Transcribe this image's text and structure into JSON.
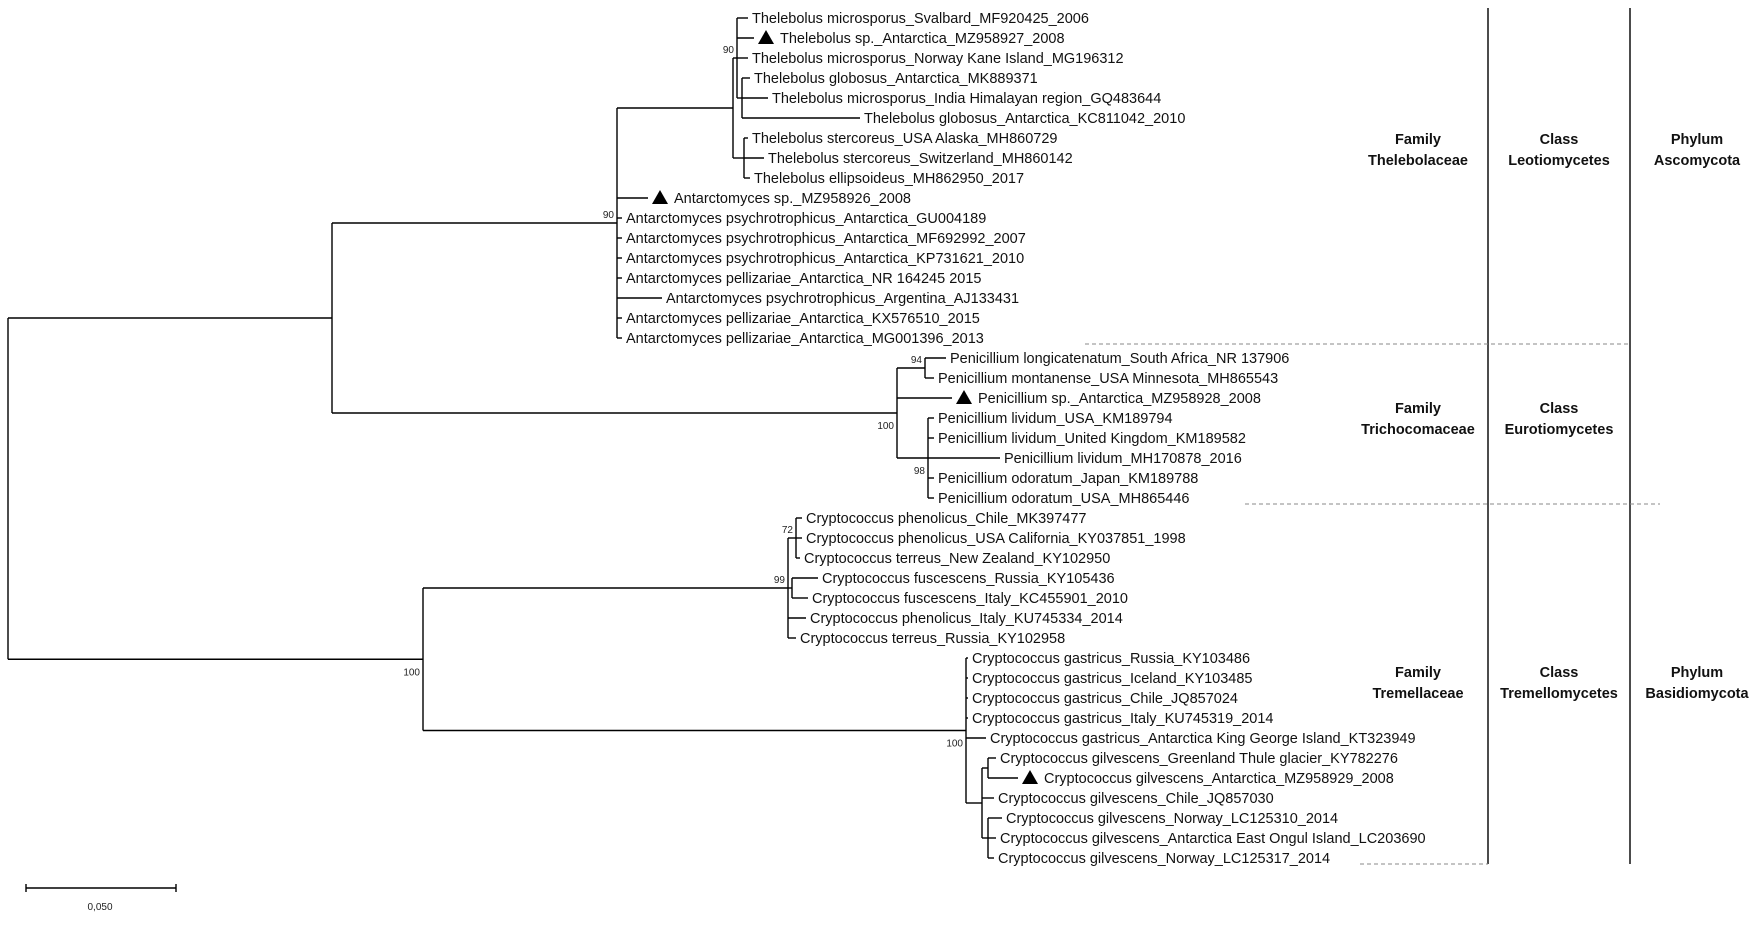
{
  "leaves": [
    "Thelebolus microsporus_Svalbard_MF920425_2006",
    "Thelebolus sp._Antarctica_MZ958927_2008",
    "Thelebolus microsporus_Norway Kane Island_MG196312",
    "Thelebolus globosus_Antarctica_MK889371",
    "Thelebolus microsporus_India Himalayan region_GQ483644",
    "Thelebolus globosus_Antarctica_KC811042_2010",
    "Thelebolus stercoreus_USA Alaska_MH860729",
    "Thelebolus stercoreus_Switzerland_MH860142",
    "Thelebolus ellipsoideus_MH862950_2017",
    "Antarctomyces sp._MZ958926_2008",
    "Antarctomyces psychrotrophicus_Antarctica_GU004189",
    "Antarctomyces psychrotrophicus_Antarctica_MF692992_2007",
    "Antarctomyces psychrotrophicus_Antarctica_KP731621_2010",
    "Antarctomyces pellizariae_Antarctica_NR 164245 2015",
    "Antarctomyces psychrotrophicus_Argentina_AJ133431",
    "Antarctomyces pellizariae_Antarctica_KX576510_2015",
    "Antarctomyces pellizariae_Antarctica_MG001396_2013",
    "Penicillium longicatenatum_South Africa_NR 137906",
    "Penicillium montanense_USA Minnesota_MH865543",
    "Penicillium sp._Antarctica_MZ958928_2008",
    "Penicillium lividum_USA_KM189794",
    "Penicillium lividum_United Kingdom_KM189582",
    "Penicillium lividum_MH170878_2016",
    "Penicillium odoratum_Japan_KM189788",
    "Penicillium odoratum_USA_MH865446",
    "Cryptococcus phenolicus_Chile_MK397477",
    "Cryptococcus phenolicus_USA California_KY037851_1998",
    "Cryptococcus terreus_New Zealand_KY102950",
    "Cryptococcus fuscescens_Russia_KY105436",
    "Cryptococcus fuscescens_Italy_KC455901_2010",
    "Cryptococcus phenolicus_Italy_KU745334_2014",
    "Cryptococcus terreus_Russia_KY102958",
    "Cryptococcus gastricus_Russia_KY103486",
    "Cryptococcus gastricus_Iceland_KY103485",
    "Cryptococcus gastricus_Chile_JQ857024",
    "Cryptococcus gastricus_Italy_KU745319_2014",
    "Cryptococcus gastricus_Antarctica King George Island_KT323949",
    "Cryptococcus gilvescens_Greenland Thule glacier_KY782276",
    "Cryptococcus gilvescens_Antarctica_MZ958929_2008",
    "Cryptococcus gilvescens_Chile_JQ857030",
    "Cryptococcus gilvescens_Norway_LC125310_2014",
    "Cryptococcus gilvescens_Antarctica East Ongul Island_LC203690",
    "Cryptococcus gilvescens_Norway_LC125317_2014"
  ],
  "supports": {
    "thelebolus": "90",
    "antarctomyces": "90",
    "penicillium_pair": "94",
    "penicillium": "100",
    "penicillium_lividum": "98",
    "crypto_phenolicus": "72",
    "crypto_group_a": "99",
    "crypto_root": "100",
    "crypto_gastricus": "100"
  },
  "families": {
    "thelebolaceae": [
      "Family",
      "Thelebolaceae"
    ],
    "trichocomaceae": [
      "Family",
      "Trichocomaceae"
    ],
    "tremellaceae": [
      "Family",
      "Tremellaceae"
    ]
  },
  "classes": {
    "leotiomycetes": [
      "Class",
      "Leotiomycetes"
    ],
    "eurotiomycetes": [
      "Class",
      "Eurotiomycetes"
    ],
    "tremellomycetes": [
      "Class",
      "Tremellomycetes"
    ]
  },
  "phyla": {
    "ascomycota": [
      "Phylum",
      "Ascomycota"
    ],
    "basidiomycota": [
      "Phylum",
      "Basidiomycota"
    ]
  },
  "scale_label": "0,050"
}
